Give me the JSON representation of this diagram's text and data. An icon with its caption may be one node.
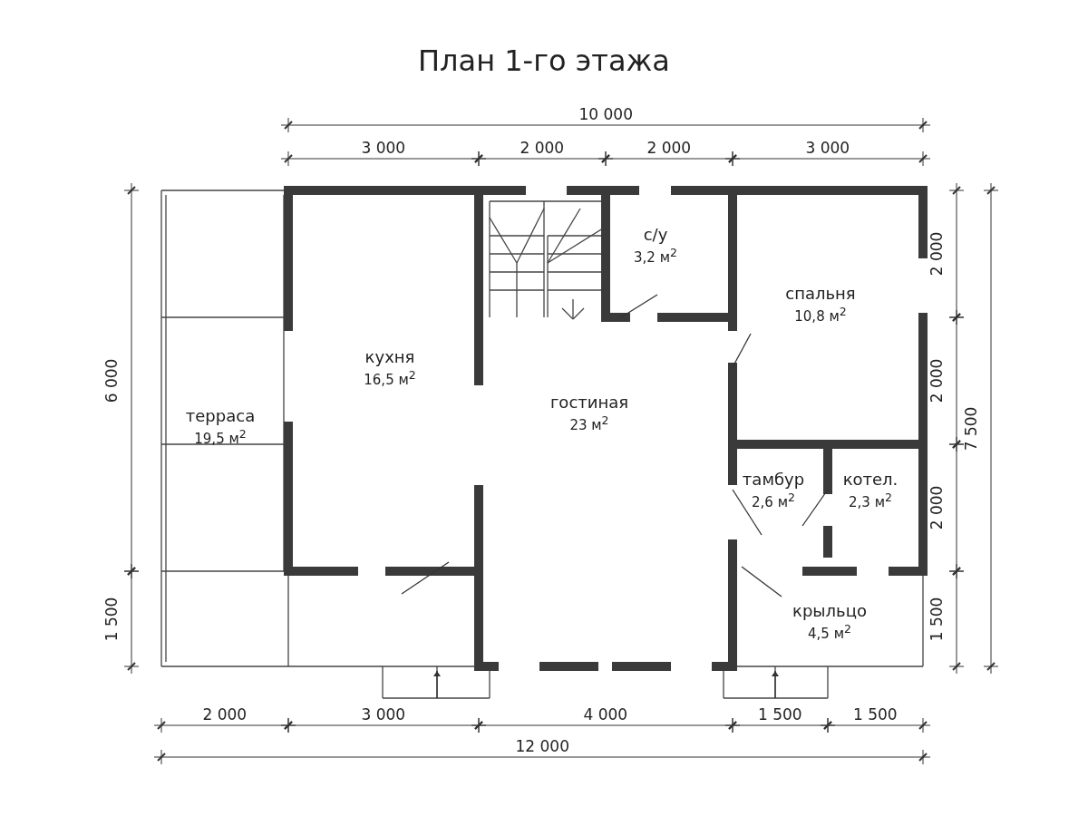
{
  "diagram": {
    "title": "План 1-го этажа",
    "nodes": [
      {
        "text": [
          "терраса",
          "19,5 м$^{2}$"
        ]
      },
      {
        "text": [
          "кухня",
          "16,5 м$^{2}$"
        ]
      },
      {
        "text": [
          "гостиная",
          "23 м$^{2}$"
        ]
      },
      {
        "text": [
          "с/у",
          "3,2 м$^{2}$"
        ]
      },
      {
        "text": [
          "спальня",
          "10,8 м$^{2}$"
        ]
      },
      {
        "text": [
          "тамбур",
          "2,6 м$^{2}$"
        ]
      },
      {
        "text": [
          "котел.",
          "2,3 м$^{2}$"
        ]
      },
      {
        "text": [
          "крыльцо",
          "4,5 м$^{2}$"
        ]
      }
    ],
    "labels": [
      "10 000",
      "3 000",
      "2 000",
      "2 000",
      "3 000",
      "6 000",
      "2 000",
      "7 500",
      "2 000",
      "2 000",
      "1 500",
      "1 500",
      "2 000",
      "3 000",
      "4 000",
      "1 500",
      "1 500",
      "12 000"
    ]
  }
}
